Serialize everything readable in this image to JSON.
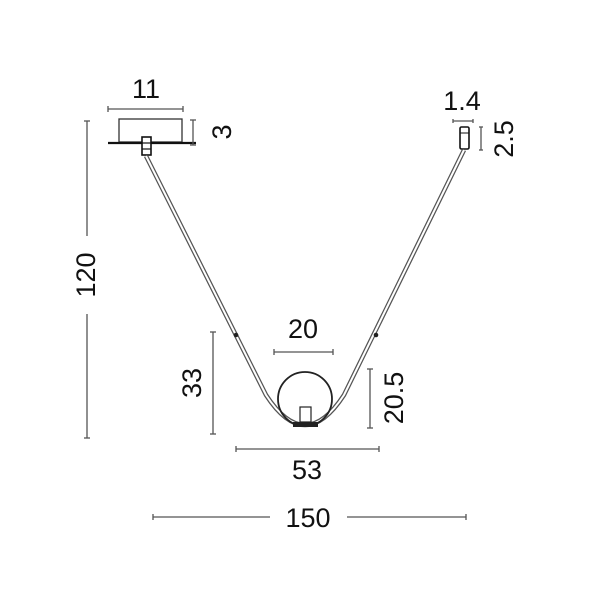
{
  "diagram": {
    "title": "Pendant lamp dimensions",
    "colors": {
      "line": "#222222",
      "dim": "#555555",
      "text": "#111111"
    },
    "dimensions": {
      "canopy_width": "11",
      "canopy_height": "3",
      "connector_width": "1.4",
      "connector_height": "2.5",
      "total_height": "120",
      "u_height": "33",
      "globe_width": "20",
      "globe_height": "20.5",
      "u_width": "53",
      "total_width": "150"
    }
  }
}
